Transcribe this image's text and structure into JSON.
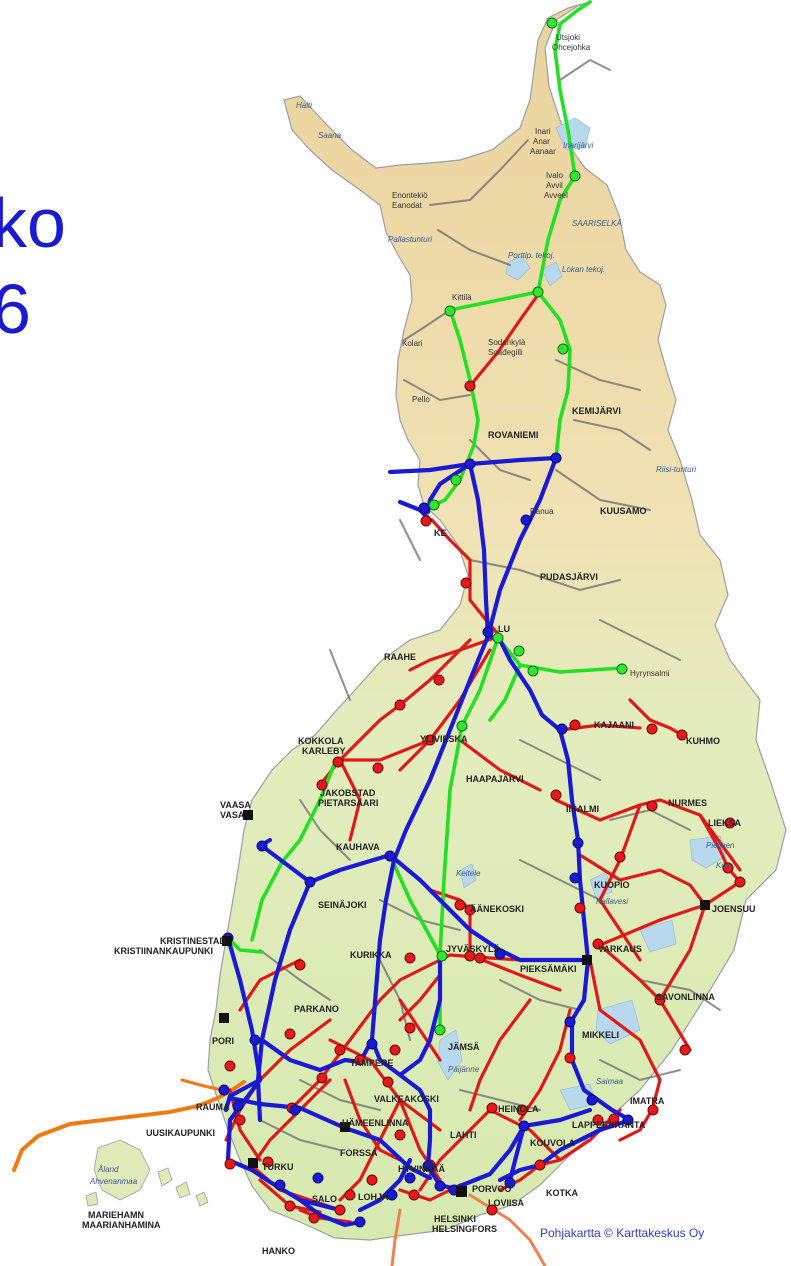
{
  "title": {
    "line1": "ko",
    "line2": "6"
  },
  "credit": "Pohjakartta © Karttakeskus Oy",
  "colors": {
    "title": "#1a1ad2",
    "blue_network": "#1a1ad6",
    "red_network": "#e01818",
    "green_network": "#22e022",
    "orange_network": "#f07a10",
    "land_north": "#e9cf98",
    "land_south": "#d9ecb0"
  },
  "places": {
    "utsjoki": "Utsjoki",
    "ohcejohka": "Ohcejohka",
    "halti": "Halti",
    "saana": "Saana",
    "inari": "Inari",
    "anar": "Anar",
    "aanaar": "Aanaar",
    "inarijarvi": "Inarijärvi",
    "ivalo": "Ivalo",
    "avvil": "Avvil",
    "avveel": "Avveel",
    "enontekio": "Enontekiö",
    "eanodat": "Eanodat",
    "saariselka": "SAARISELKÄ",
    "pallastunturi": "Pallastunturi",
    "porttip": "Porttip. tekoj.",
    "lokan": "Lokan tekoj.",
    "kittila": "Kittilä",
    "sodankyla": "Sodankylä",
    "soadegilli": "Soađegilli",
    "kolari": "Kolari",
    "pello": "Pello",
    "rovaniemi": "ROVANIEMI",
    "kemijarvi": "KEMIJÄRVI",
    "riisitunturi": "Riisi-tunturi",
    "kuusamo": "KUUSAMO",
    "ranua": "Ranua",
    "kemi": "KE",
    "pudasjarvi": "PUDASJÄRVI",
    "oulu": "LU",
    "raahe": "RAAHE",
    "hyrynsalmi": "Hyrynsalmi",
    "kajaani": "KAJAANI",
    "kuhmo": "KUHMO",
    "kokkola": "KOKKOLA",
    "karleby": "KARLEBY",
    "ylivieska": "YLIVIESKA",
    "haapajarvi": "HAAPAJÄRVI",
    "jakobstad": "JAKOBSTAD",
    "pietarsaari": "PIETARSAARI",
    "iisalmi": "IISALMI",
    "nurmes": "NURMES",
    "lieksa": "LIEKSA",
    "pielinen": "Pielinen",
    "koli": "Koli",
    "vaasa": "VAASA",
    "vasa": "VASA",
    "kauhava": "KAUHAVA",
    "seinajoki": "SEINÄJOKI",
    "aanekoski": "ÄÄNEKOSKI",
    "kuopio": "KUOPIO",
    "kallavesi": "Kallavesi",
    "keitele": "Keitele",
    "joensuu": "JOENSUU",
    "kristinestad": "KRISTINESTAD",
    "kristiinankaupunki": "KRISTIINANKAUPUNKI",
    "kurikka": "KURIKKA",
    "jyvaskyla": "JYVÄSKYLÄ",
    "pieksamaki": "PIEKSÄMÄKI",
    "varkaus": "VARKAUS",
    "parkano": "PARKANO",
    "savonlinna": "SAVONLINNA",
    "jamsa": "JÄMSÄ",
    "mikkeli": "MIKKELI",
    "pori": "PORI",
    "tampere": "TAMPERE",
    "paijanne": "Päijänne",
    "rauma": "RAUMA",
    "valkeakoski": "VALKEAKOSKI",
    "heinola": "HEINOLA",
    "saimaa": "Saimaa",
    "imatra": "IMATRA",
    "uusikaupunki": "UUSIKAUPUNKI",
    "hameenlinna": "HÄMEENLINNA",
    "lahti": "LAHTI",
    "lappeenranta": "LAPPEENRANTA",
    "forssa": "FORSSA",
    "kouvola": "KOUVOLA",
    "turku": "TURKU",
    "hyvinkaa": "HYVINKÄÄ",
    "aland": "Åland",
    "ahvenanmaa": "Ahvenanmaa",
    "salo": "SALO",
    "lohja": "LOHJA",
    "porvoo": "PORVOO",
    "loviisa": "LOVIISA",
    "kotka": "KOTKA",
    "mariehamn": "MARIEHAMN",
    "maarianhamina": "MAARIANHAMINA",
    "helsinki": "HELSINKI",
    "helsingfors": "HELSINGFORS",
    "hanko": "HANKO"
  }
}
